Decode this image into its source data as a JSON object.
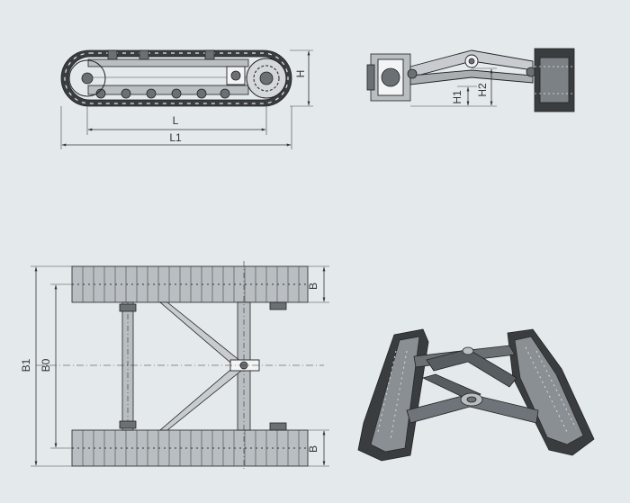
{
  "dimensions": {
    "side_view": {
      "height": "H",
      "inner_length": "L",
      "overall_length": "L1"
    },
    "front_view": {
      "height_1": "H1",
      "height_2": "H2"
    },
    "top_view": {
      "overall_width": "B1",
      "track_gauge": "B0",
      "track_width_upper": "B",
      "track_width_lower": "B"
    }
  },
  "colors": {
    "background": "#e4e9ec",
    "line": "#333333",
    "track_dark": "#3a3d40"
  }
}
